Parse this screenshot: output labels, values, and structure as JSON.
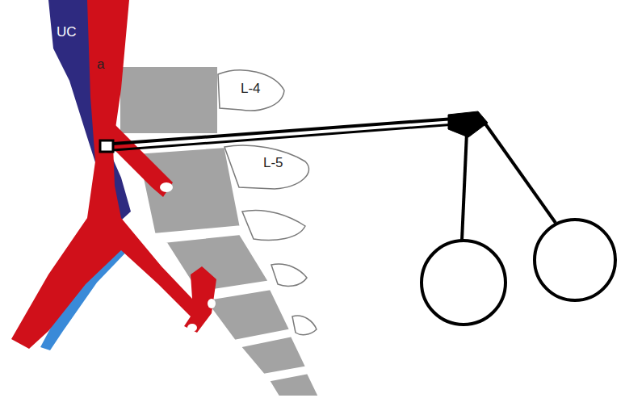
{
  "diagram": {
    "labels": [
      "UC",
      "a",
      "L-4",
      "L-5"
    ]
  }
}
